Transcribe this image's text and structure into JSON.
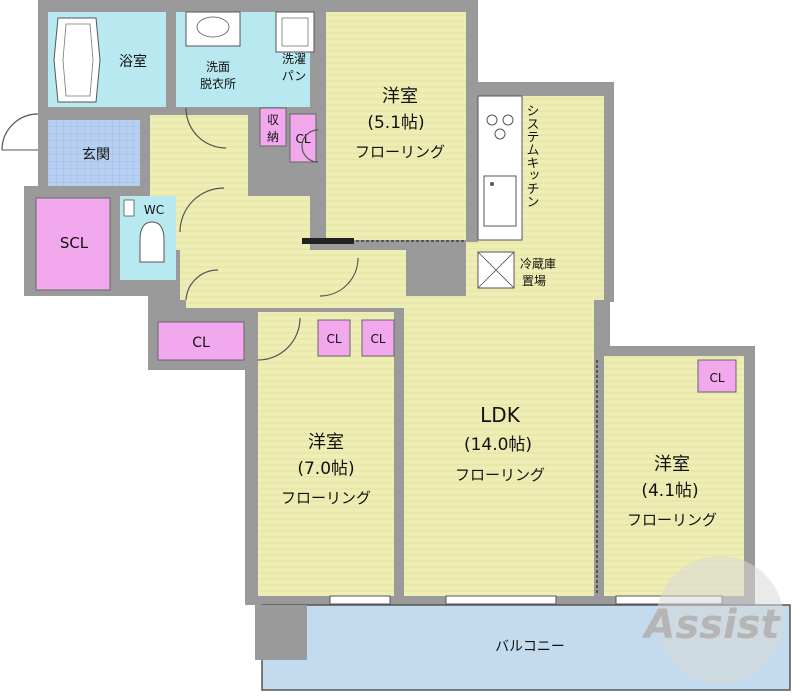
{
  "rooms": {
    "bath": "浴室",
    "washroom_line1": "洗面",
    "washroom_line2": "脱衣所",
    "laundry_line1": "洗濯",
    "laundry_line2": "パン",
    "storage_line1": "収",
    "storage_line2": "納",
    "western1_name": "洋室",
    "western1_size": "(5.1帖)",
    "western1_floor": "フローリング",
    "kitchen": "システムキッチン",
    "fridge_line1": "冷蔵庫",
    "fridge_line2": "置場",
    "entrance": "玄関",
    "scl": "SCL",
    "wc": "WC",
    "cl": "CL",
    "ldk_name": "LDK",
    "ldk_size": "(14.0帖)",
    "ldk_floor": "フローリング",
    "western2_name": "洋室",
    "western2_size": "(7.0帖)",
    "western2_floor": "フローリング",
    "western3_name": "洋室",
    "western3_size": "(4.1帖)",
    "western3_floor": "フローリング",
    "balcony": "バルコニー"
  },
  "watermark": "Assist",
  "colors": {
    "floor": "#eeeeb4",
    "wet": "#b8e8f0",
    "closet": "#f2a8ec",
    "entrance_tile": "#b7cff0",
    "balcony": "#c2dbee",
    "wall": "#9a9a9a"
  }
}
